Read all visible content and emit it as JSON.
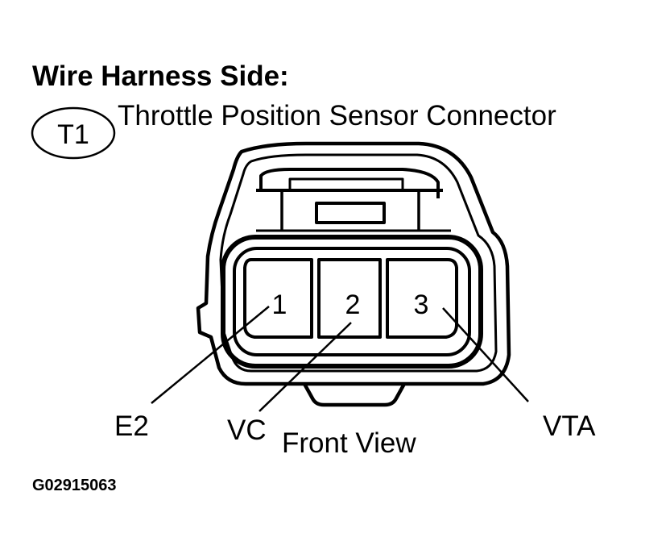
{
  "heading": "Wire Harness Side:",
  "connector_code": "T1",
  "connector_name": "Throttle Position Sensor Connector",
  "pins": [
    {
      "number": "1",
      "signal": "E2"
    },
    {
      "number": "2",
      "signal": "VC"
    },
    {
      "number": "3",
      "signal": "VTA"
    }
  ],
  "view_label": "Front View",
  "figure_id": "G02915063"
}
